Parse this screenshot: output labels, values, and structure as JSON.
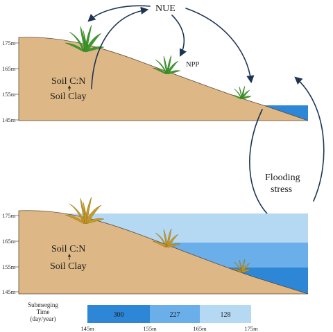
{
  "top_panel": {
    "elevation_ticks": [
      "175m",
      "165m",
      "155m",
      "145m"
    ],
    "soil_cn_label": "Soil C:N",
    "soil_clay_label": "Soil Clay",
    "nue_label": "NUE",
    "npp_label": "NPP"
  },
  "bottom_panel": {
    "elevation_ticks": [
      "175m",
      "165m",
      "155m",
      "145m"
    ],
    "soil_cn_label": "Soil C:N",
    "soil_clay_label": "Soil Clay"
  },
  "flooding": {
    "line1": "Flooding",
    "line2": "stress"
  },
  "legend": {
    "title_line1": "Submerging",
    "title_line2": "Time",
    "title_line3": "(day/year)",
    "segments": [
      {
        "value": "300",
        "color": "#2d86d6"
      },
      {
        "value": "227",
        "color": "#6aaeea"
      },
      {
        "value": "128",
        "color": "#b5d8f3"
      }
    ],
    "ticks": [
      "145m",
      "155m",
      "165m",
      "175m"
    ]
  },
  "colors": {
    "soil": "#ddb886",
    "soil_edge": "#5a4a3a",
    "water_deep": "#2d86d6",
    "water_mid": "#6aaeea",
    "water_light": "#b5d8f3",
    "arrow": "#1d3553",
    "grass_green": "#3e9a2c",
    "grass_yellow": "#c79a26"
  }
}
